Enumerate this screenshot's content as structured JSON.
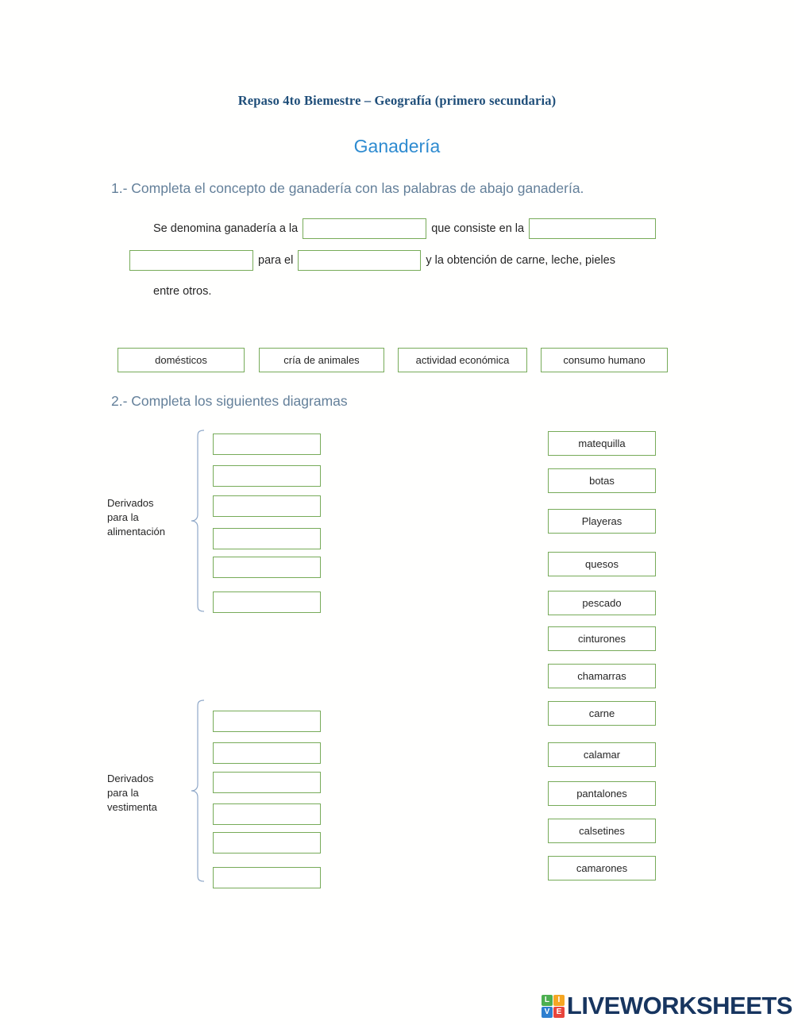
{
  "document": {
    "title": "Repaso 4to Biemestre – Geografía (primero secundaria)",
    "subtitle": "Ganadería"
  },
  "colors": {
    "title_blue": "#1f4e79",
    "subtitle_blue": "#2e8bd0",
    "instruction_blue": "#64809a",
    "box_green": "#77ab59",
    "brace_blue": "#8fa8c8",
    "body_text": "#262626"
  },
  "section1": {
    "instruction": "1.- Completa el concepto de ganadería con las palabras de abajo ganadería.",
    "sentence": {
      "part1": "Se denomina ganadería a la",
      "part2": "que consiste en la",
      "part3": "para el",
      "part4": "y la obtención de carne, leche, pieles",
      "part5": "entre otros."
    },
    "blanks": [
      "",
      "",
      "",
      ""
    ],
    "word_bank": [
      "domésticos",
      "cría de animales",
      "actividad económica",
      "consumo humano"
    ]
  },
  "section2": {
    "instruction": "2.- Completa los siguientes diagramas",
    "diagrams": [
      {
        "label": "Derivados para la alimentación",
        "label_lines": [
          "Derivados",
          "para la",
          "alimentación"
        ],
        "blanks": [
          "",
          "",
          "",
          "",
          "",
          ""
        ]
      },
      {
        "label": "Derivados para la vestimenta",
        "label_lines": [
          "Derivados",
          "para la",
          "vestimenta"
        ],
        "blanks": [
          "",
          "",
          "",
          "",
          "",
          ""
        ]
      }
    ],
    "answer_bank": [
      "matequilla",
      "botas",
      "Playeras",
      "quesos",
      "pescado",
      "cinturones",
      "chamarras",
      "carne",
      "calamar",
      "pantalones",
      "calsetines",
      "camarones"
    ]
  },
  "footer": {
    "logo_cells": [
      "L",
      "I",
      "V",
      "E"
    ],
    "logo_text": "LIVEWORKSHEETS"
  }
}
